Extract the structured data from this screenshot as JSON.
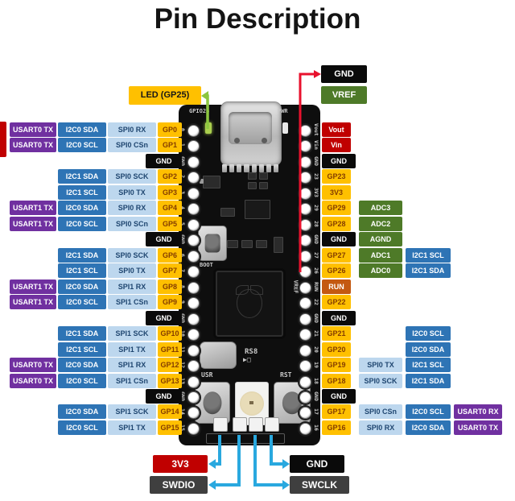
{
  "title": "Pin Description",
  "colors": {
    "purple": "#7030A0",
    "i2cBlue": "#2E74B5",
    "spiBlue": "#BDD7EE",
    "spiText": "#1F4670",
    "yellow": "#FFC000",
    "gpText": "#833C00",
    "black": "#0A0A0A",
    "red": "#C00000",
    "green": "#4E7A28",
    "orange": "#C45911",
    "gray": "#3F3F3F",
    "boardBlack": "#0E0E0E",
    "arrowGreen": "#8CC63F",
    "arrowRed": "#E8112D",
    "arrowBlue": "#29A8DF"
  },
  "callouts": {
    "led": "LED (GP25)",
    "gnd_top": "GND",
    "vref": "VREF",
    "v33": "3V3",
    "swdio": "SWDIO",
    "swclk": "SWCLK",
    "gnd_bottom": "GND"
  },
  "board": {
    "silk_top_left": "GPIO25",
    "silk_top_right": "PWR",
    "silk_boot": "BOOT",
    "silk_usr": "USR",
    "silk_rst": "RST",
    "silk_rs8": "RS8",
    "silk_vref": "VREF",
    "left_pins": [
      "0",
      "1",
      "GND",
      "2",
      "3",
      "4",
      "5",
      "GND",
      "6",
      "7",
      "8",
      "9",
      "GND",
      "10",
      "11",
      "12",
      "13",
      "GND",
      "14",
      "15"
    ],
    "right_pins": [
      "Vout",
      "Vin",
      "GND",
      "23",
      "3V3",
      "29",
      "28",
      "GND",
      "27",
      "26",
      "RUN",
      "22",
      "GND",
      "21",
      "20",
      "19",
      "18",
      "GND",
      "17",
      "16"
    ]
  },
  "left_rows": [
    {
      "usart": "USART0 TX",
      "i2c": "I2C0 SDA",
      "spi": "SPI0 RX",
      "pin": "GP0",
      "type": "gpio"
    },
    {
      "usart": "USART0 TX",
      "i2c": "I2C0 SCL",
      "spi": "SPI0 CSn",
      "pin": "GP1",
      "type": "gpio"
    },
    {
      "pin": "GND",
      "type": "gnd"
    },
    {
      "i2c": "I2C1 SDA",
      "spi": "SPI0 SCK",
      "pin": "GP2",
      "type": "gpio"
    },
    {
      "i2c": "I2C1 SCL",
      "spi": "SPI0 TX",
      "pin": "GP3",
      "type": "gpio"
    },
    {
      "usart": "USART1 TX",
      "i2c": "I2C0 SDA",
      "spi": "SPI0 RX",
      "pin": "GP4",
      "type": "gpio"
    },
    {
      "usart": "USART1 TX",
      "i2c": "I2C0 SCL",
      "spi": "SPI0 SCn",
      "pin": "GP5",
      "type": "gpio"
    },
    {
      "pin": "GND",
      "type": "gnd"
    },
    {
      "i2c": "I2C1 SDA",
      "spi": "SPI0 SCK",
      "pin": "GP6",
      "type": "gpio"
    },
    {
      "i2c": "I2C1 SCL",
      "spi": "SPI0 TX",
      "pin": "GP7",
      "type": "gpio"
    },
    {
      "usart": "USART1 TX",
      "i2c": "I2C0 SDA",
      "spi": "SPI1 RX",
      "pin": "GP8",
      "type": "gpio"
    },
    {
      "usart": "USART1 TX",
      "i2c": "I2C0 SCL",
      "spi": "SPI1 CSn",
      "pin": "GP9",
      "type": "gpio"
    },
    {
      "pin": "GND",
      "type": "gnd"
    },
    {
      "i2c": "I2C1 SDA",
      "spi": "SPI1 SCK",
      "pin": "GP10",
      "type": "gpio"
    },
    {
      "i2c": "I2C1 SCL",
      "spi": "SPI1 TX",
      "pin": "GP11",
      "type": "gpio"
    },
    {
      "usart": "USART0 TX",
      "i2c": "I2C0 SDA",
      "spi": "SPI1 RX",
      "pin": "GP12",
      "type": "gpio"
    },
    {
      "usart": "USART0 TX",
      "i2c": "I2C0 SCL",
      "spi": "SPI1 CSn",
      "pin": "GP13",
      "type": "gpio"
    },
    {
      "pin": "GND",
      "type": "gnd"
    },
    {
      "i2c": "I2C0 SDA",
      "spi": "SPI1 SCK",
      "pin": "GP14",
      "type": "gpio"
    },
    {
      "i2c": "I2C0 SCL",
      "spi": "SPI1 TX",
      "pin": "GP15",
      "type": "gpio"
    }
  ],
  "right_rows": [
    {
      "pin": "Vout",
      "type": "power"
    },
    {
      "pin": "Vin",
      "type": "power"
    },
    {
      "pin": "GND",
      "type": "gnd"
    },
    {
      "pin": "GP23",
      "type": "gpio"
    },
    {
      "pin": "3V3",
      "type": "gpio"
    },
    {
      "pin": "GP29",
      "type": "gpio",
      "adc": "ADC3"
    },
    {
      "pin": "GP28",
      "type": "gpio",
      "adc": "ADC2"
    },
    {
      "pin": "GND",
      "type": "gnd",
      "adc": "AGND"
    },
    {
      "pin": "GP27",
      "type": "gpio",
      "adc": "ADC1",
      "i2c": "I2C1 SCL"
    },
    {
      "pin": "GP26",
      "type": "gpio",
      "adc": "ADC0",
      "i2c": "I2C1 SDA"
    },
    {
      "pin": "RUN",
      "type": "run"
    },
    {
      "pin": "GP22",
      "type": "gpio"
    },
    {
      "pin": "GND",
      "type": "gnd"
    },
    {
      "pin": "GP21",
      "type": "gpio",
      "i2c": "I2C0 SCL"
    },
    {
      "pin": "GP20",
      "type": "gpio",
      "i2c": "I2C0 SDA"
    },
    {
      "pin": "GP19",
      "type": "gpio",
      "spi": "SPI0 TX",
      "i2c": "I2C1 SCL"
    },
    {
      "pin": "GP18",
      "type": "gpio",
      "spi": "SPI0 SCK",
      "i2c": "I2C1 SDA"
    },
    {
      "pin": "GND",
      "type": "gnd"
    },
    {
      "pin": "GP17",
      "type": "gpio",
      "spi": "SPI0 CSn",
      "i2c": "I2C0 SCL",
      "usart": "USART0 RX"
    },
    {
      "pin": "GP16",
      "type": "gpio",
      "spi": "SPI0 RX",
      "i2c": "I2C0 SDA",
      "usart": "USART0 TX"
    }
  ]
}
